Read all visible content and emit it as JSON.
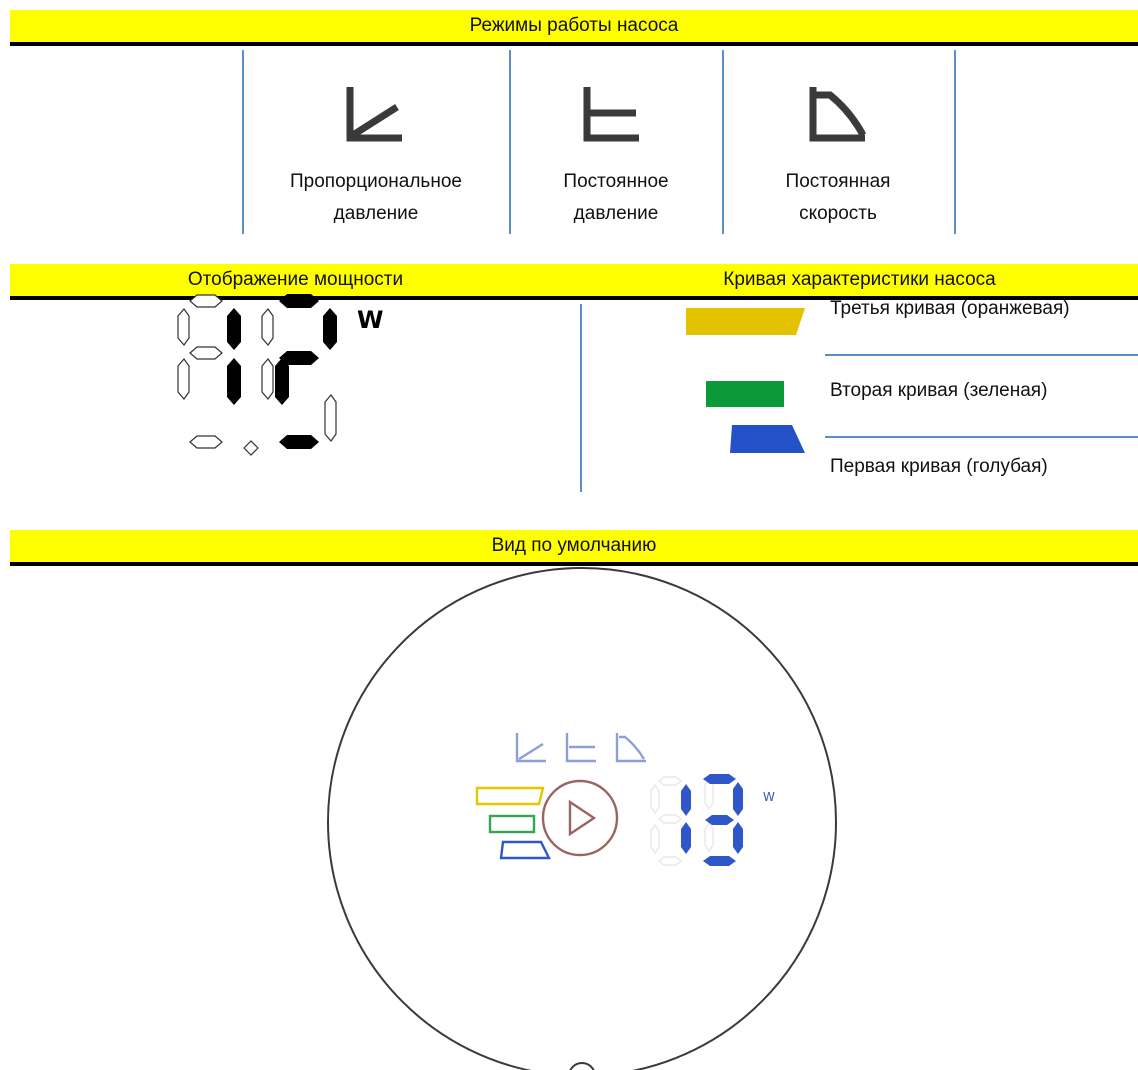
{
  "sections": {
    "modes": "Режимы работы насоса",
    "power": "Отображение мощности",
    "curves": "Кривая характеристики насоса",
    "default": "Вид по умолчанию"
  },
  "modes": [
    {
      "line1": "Пропорциональное",
      "line2": "давление",
      "icon": "proportional-pressure-icon"
    },
    {
      "line1": "Постоянное",
      "line2": "давление",
      "icon": "constant-pressure-icon"
    },
    {
      "line1": "Постоянная",
      "line2": "скорость",
      "icon": "constant-speed-icon"
    }
  ],
  "power_display": {
    "digits": "12",
    "unit": "W"
  },
  "curves": [
    {
      "label": "Третья кривая (оранжевая)",
      "color": "#e3c200"
    },
    {
      "label": "Вторая кривая (зеленая)",
      "color": "#0a9a3a"
    },
    {
      "label": "Первая кривая (голубая)",
      "color": "#2450c8"
    }
  ],
  "default_view": {
    "unit": "W",
    "accent": "#2f57c9"
  }
}
